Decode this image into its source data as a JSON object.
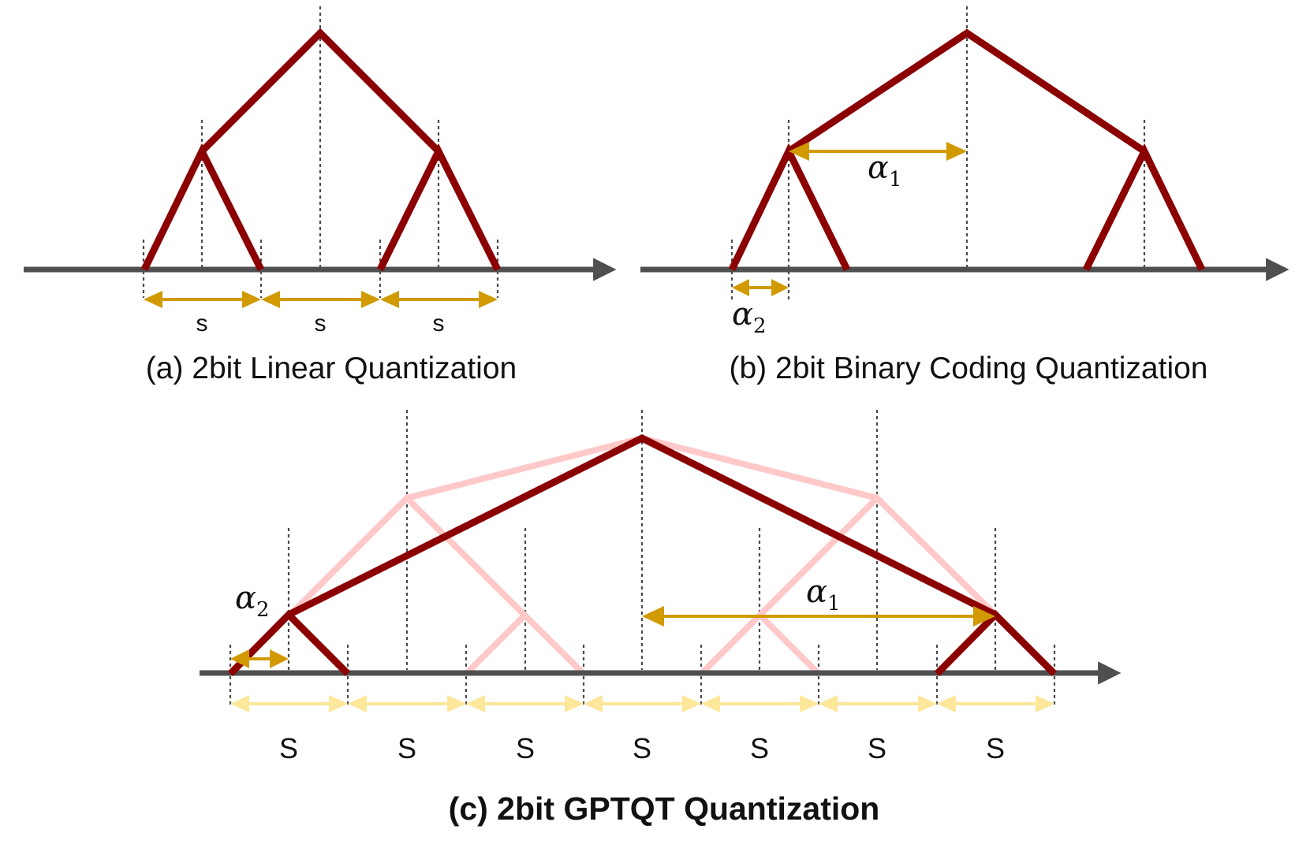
{
  "panel_a": {
    "caption": "(a) 2bit Linear Quantization",
    "step_labels": [
      "s",
      "s",
      "s"
    ]
  },
  "panel_b": {
    "caption": "(b) 2bit Binary Coding Quantization",
    "alpha1": {
      "symbol": "α",
      "sub": "1"
    },
    "alpha2": {
      "symbol": "α",
      "sub": "2"
    }
  },
  "panel_c": {
    "caption": "(c) 2bit GPTQT Quantization",
    "step_labels": [
      "S",
      "S",
      "S",
      "S",
      "S",
      "S",
      "S"
    ],
    "alpha1": {
      "symbol": "α",
      "sub": "1"
    },
    "alpha2": {
      "symbol": "α",
      "sub": "2"
    }
  },
  "colors": {
    "tree": "#8b0000",
    "faded_tree": "#ffc9c9",
    "arrow_gold": "#d19a00",
    "arrow_pale": "#fce79a",
    "axis": "#4f4f4f"
  }
}
